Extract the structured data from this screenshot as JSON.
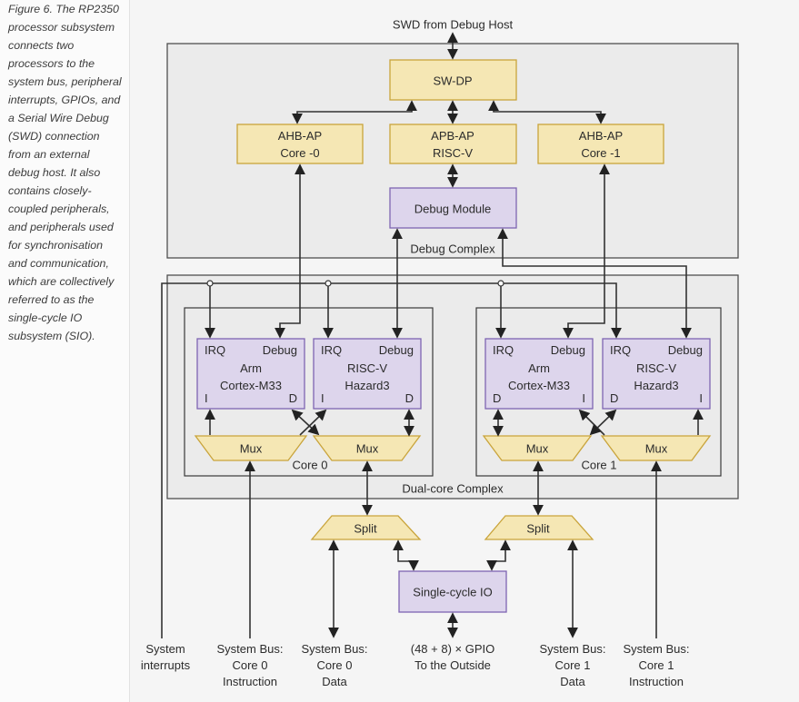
{
  "caption": "Figure 6. The RP2350 processor subsystem connects two processors to the system bus, peripheral interrupts, GPIOs, and a Serial Wire Debug (SWD) connection from an external debug host. It also contains closely-coupled peripherals, and peripherals used for synchronisation and communication, which are collectively referred to as the single-cycle IO subsystem (SIO).",
  "colors": {
    "yellow_fill": "#f5e7b4",
    "yellow_border": "#c9a43b",
    "purple_fill": "#ddd5ec",
    "purple_border": "#7e64b2",
    "complex_fill": "#ebebeb",
    "complex_border": "#4f4f4f",
    "wire": "#333333",
    "page_background": "#f5f5f5"
  },
  "diagram": {
    "top_label": "SWD from Debug Host",
    "debug_complex": {
      "label": "Debug Complex",
      "swdp": "SW-DP",
      "ahb_ap_0": [
        "AHB-AP",
        "Core -0"
      ],
      "apb_ap": [
        "APB-AP",
        "RISC-V"
      ],
      "ahb_ap_1": [
        "AHB-AP",
        "Core -1"
      ],
      "debug_module": "Debug Module"
    },
    "dual_core_complex": {
      "label": "Dual-core Complex",
      "core0": {
        "label": "Core 0",
        "cpus": [
          {
            "irq": "IRQ",
            "debug": "Debug",
            "name_lines": [
              "Arm",
              "Cortex-M33"
            ],
            "bottom_left": "I",
            "bottom_right": "D"
          },
          {
            "irq": "IRQ",
            "debug": "Debug",
            "name_lines": [
              "RISC-V",
              "Hazard3"
            ],
            "bottom_left": "I",
            "bottom_right": "D"
          }
        ],
        "muxes": [
          "Mux",
          "Mux"
        ]
      },
      "core1": {
        "label": "Core 1",
        "cpus": [
          {
            "irq": "IRQ",
            "debug": "Debug",
            "name_lines": [
              "Arm",
              "Cortex-M33"
            ],
            "bottom_left": "D",
            "bottom_right": "I"
          },
          {
            "irq": "IRQ",
            "debug": "Debug",
            "name_lines": [
              "RISC-V",
              "Hazard3"
            ],
            "bottom_left": "D",
            "bottom_right": "I"
          }
        ],
        "muxes": [
          "Mux",
          "Mux"
        ]
      }
    },
    "split_left": "Split",
    "split_right": "Split",
    "sio": "Single-cycle IO",
    "bottom_labels": [
      {
        "lines": [
          "System",
          "interrupts"
        ]
      },
      {
        "lines": [
          "System Bus:",
          "Core 0",
          "Instruction"
        ]
      },
      {
        "lines": [
          "System Bus:",
          "Core 0",
          "Data"
        ]
      },
      {
        "lines": [
          "(48 + 8) × GPIO",
          "To the Outside"
        ]
      },
      {
        "lines": [
          "System Bus:",
          "Core 1",
          "Data"
        ]
      },
      {
        "lines": [
          "System Bus:",
          "Core 1",
          "Instruction"
        ]
      }
    ]
  }
}
